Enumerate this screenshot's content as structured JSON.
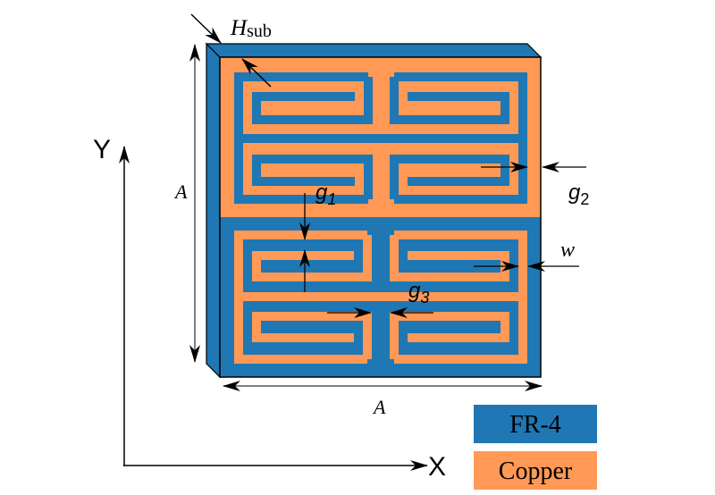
{
  "colors": {
    "substrate": "#1f77b4",
    "copper": "#ff9955",
    "stroke": "#000000",
    "background": "#ffffff"
  },
  "labels": {
    "h_sub_main": "H",
    "h_sub_sub": "sub",
    "side_a_vertical": "A",
    "side_a_horizontal": "A",
    "g1_main": "g",
    "g1_sub": "1",
    "g2_main": "g",
    "g2_sub": "2",
    "g3_main": "g",
    "g3_sub": "3",
    "w": "w",
    "axis_x": "X",
    "axis_y": "Y"
  },
  "legend": [
    {
      "label": "FR-4",
      "material": "substrate"
    },
    {
      "label": "Copper",
      "material": "copper"
    }
  ],
  "structure": {
    "top_half": {
      "background": "copper",
      "pattern": "substrate"
    },
    "bottom_half": {
      "background": "substrate",
      "pattern": "copper"
    },
    "resonators_per_half": 4
  }
}
